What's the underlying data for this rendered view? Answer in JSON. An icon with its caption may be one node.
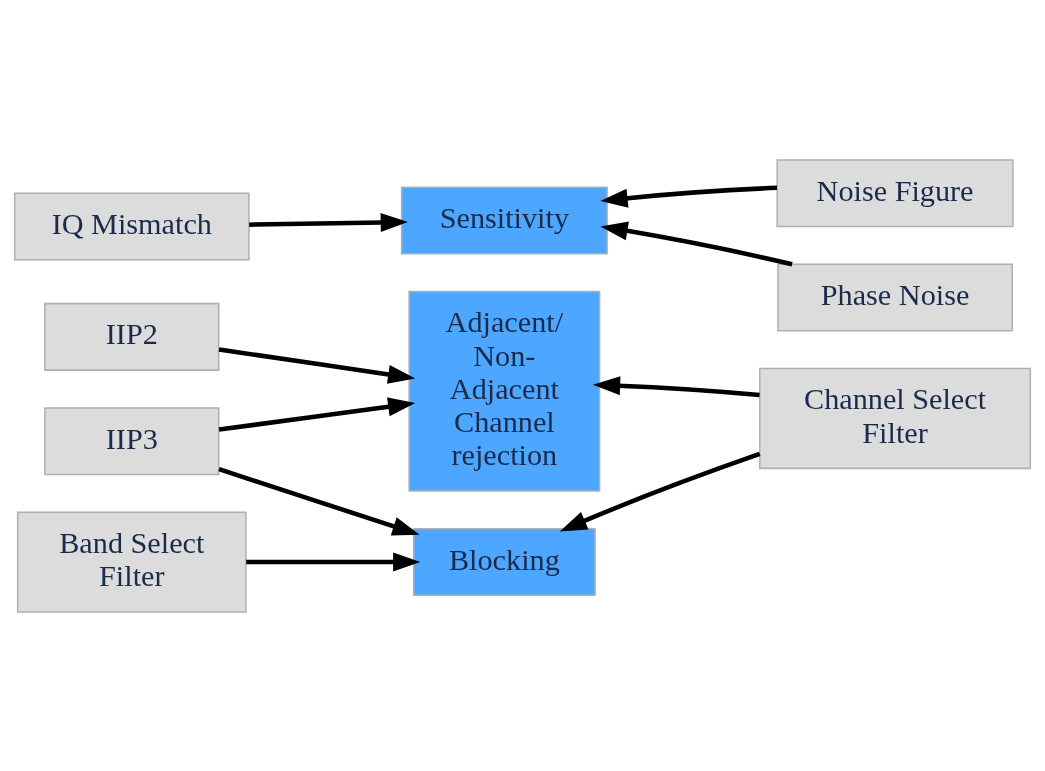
{
  "diagram": {
    "nodes": [
      {
        "text": [
          "IQ Mismatch"
        ]
      },
      {
        "text": [
          "Noise Figure"
        ]
      },
      {
        "text": [
          "Sensitivity"
        ]
      },
      {
        "text": [
          "Phase Noise"
        ]
      },
      {
        "text": [
          "IIP2"
        ]
      },
      {
        "text": [
          "Adjacent/ Non- Adjacent Channel rejection"
        ]
      },
      {
        "text": [
          "IIP3"
        ]
      },
      {
        "text": [
          "Band Select Filter"
        ]
      },
      {
        "text": [
          "Blocking"
        ]
      },
      {
        "text": [
          "Channel Select Filter"
        ]
      }
    ],
    "edges": [
      {
        "from": 0,
        "to": 2,
        "arrow": "to"
      },
      {
        "from": 1,
        "to": 2,
        "arrow": "to"
      },
      {
        "from": 3,
        "to": 2,
        "arrow": "to"
      },
      {
        "from": 4,
        "to": 5,
        "arrow": "to"
      },
      {
        "from": 6,
        "to": 5,
        "arrow": "to"
      },
      {
        "from": 9,
        "to": 5,
        "arrow": "to"
      },
      {
        "from": 6,
        "to": 8,
        "arrow": "to"
      },
      {
        "from": 7,
        "to": 8,
        "arrow": "to"
      },
      {
        "from": 9,
        "to": 8,
        "arrow": "to"
      }
    ]
  }
}
